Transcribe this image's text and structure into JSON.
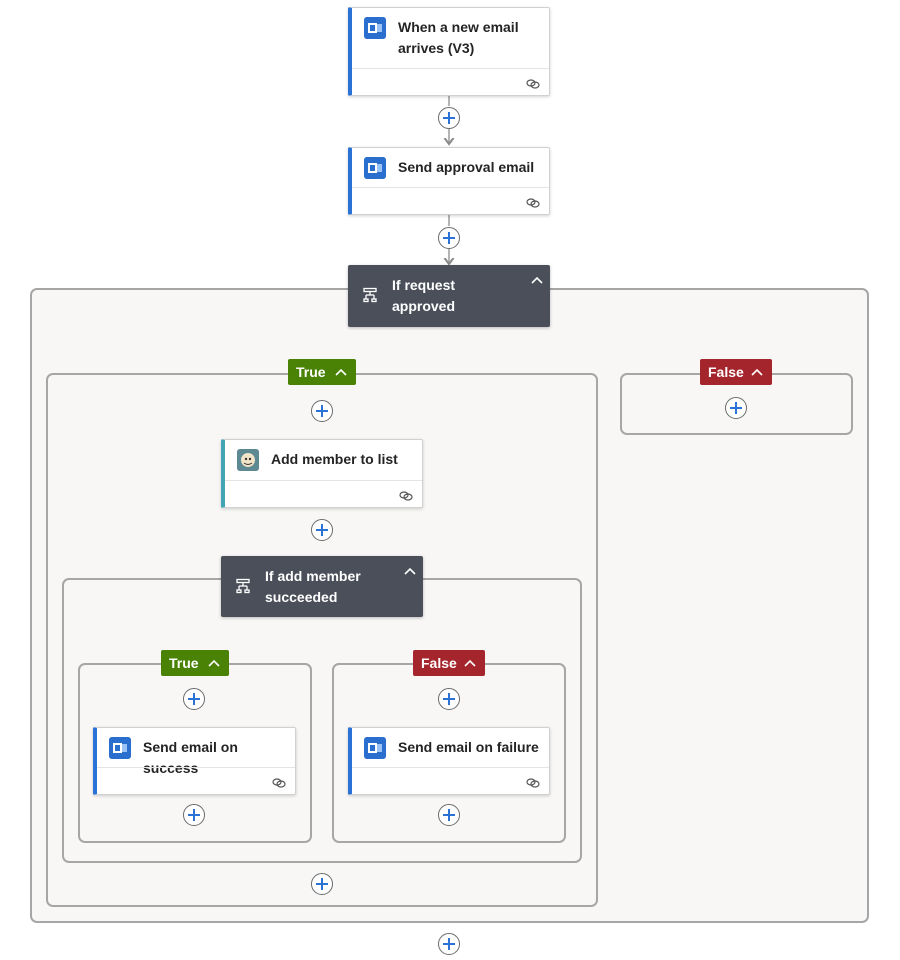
{
  "flow": {
    "trigger": {
      "title": "When a new email arrives (V3)",
      "icon": "outlook-icon"
    },
    "approval": {
      "title": "Send approval email",
      "icon": "outlook-icon"
    },
    "condition1": {
      "title": "If request approved",
      "icon": "condition-icon",
      "true_label": "True",
      "false_label": "False",
      "true_branch": {
        "add_member": {
          "title": "Add member to list",
          "icon": "mailchimp-icon"
        },
        "condition2": {
          "title": "If add member succeeded",
          "icon": "condition-icon",
          "true_label": "True",
          "false_label": "False",
          "success": {
            "title": "Send email on success",
            "icon": "outlook-icon"
          },
          "failure": {
            "title": "Send email on failure",
            "icon": "outlook-icon"
          }
        }
      }
    }
  },
  "colors": {
    "true": "#498205",
    "false": "#a4262c",
    "condition": "#4a4f59",
    "outlook": "#2a6fcd",
    "mailchimp_accent": "#41a5b4"
  }
}
